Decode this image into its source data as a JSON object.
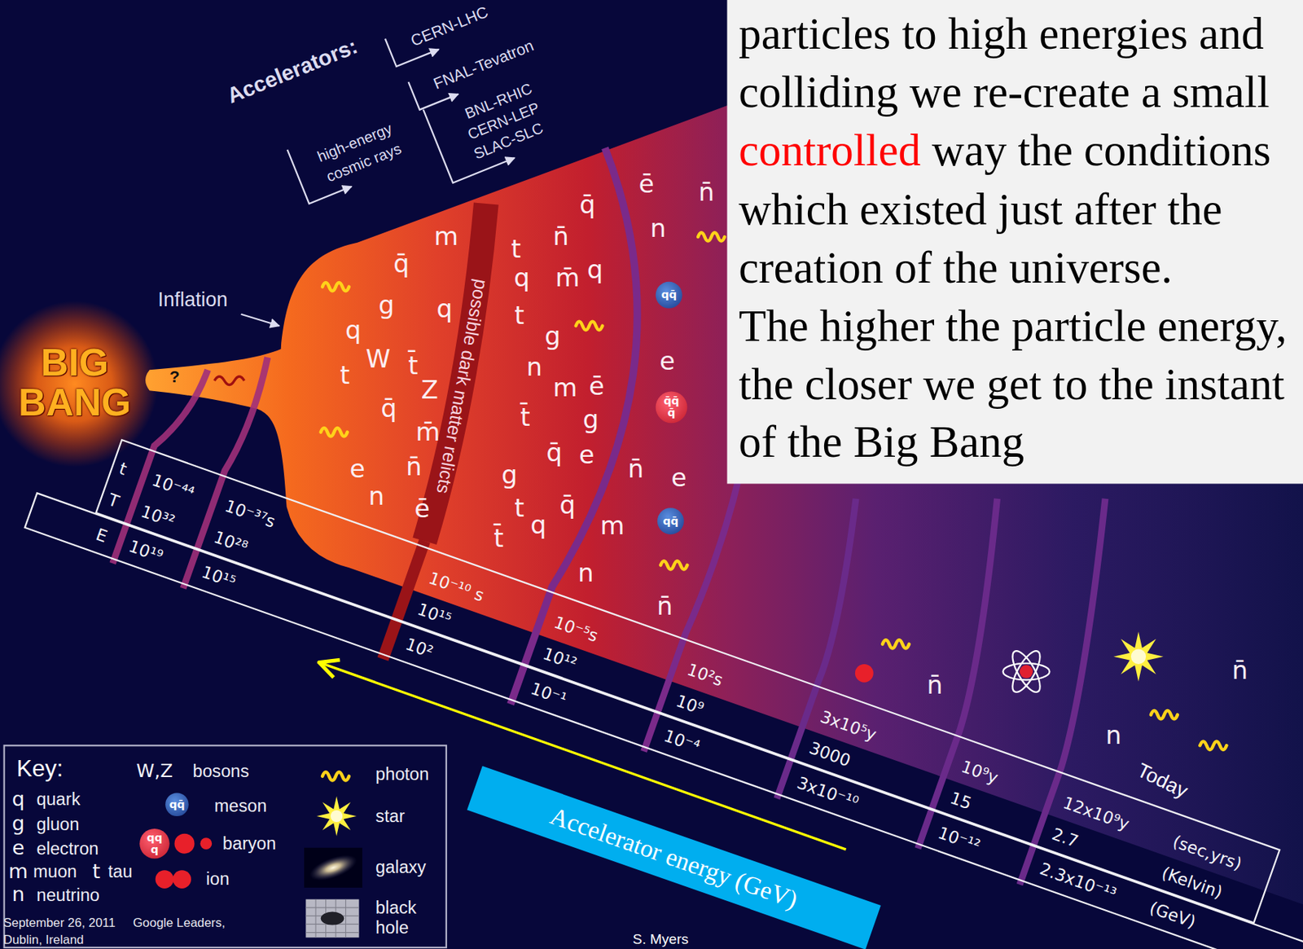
{
  "diagram": {
    "nodes": [
      {
        "text": [
          "particles to high energies and colliding we re-create a small",
          "controlled",
          "way the conditions which existed just after the creation of the universe.",
          "The higher the particle energy, the closer we get to the instant of the Big Bang"
        ]
      },
      {
        "text": [
          "qq̄"
        ]
      },
      {
        "text": [
          "q̄q̄ q̄"
        ]
      },
      {
        "text": [
          "qq̄"
        ]
      },
      {
        "text": [
          "t",
          "10⁻⁴⁴",
          "10⁻³⁷s",
          "10⁻¹⁰ s",
          "10⁻⁵s",
          "10²s",
          "3x10⁵y",
          "10⁹y",
          "12x10⁹y",
          "(sec,yrs)",
          "T",
          "10³²",
          "10²⁸",
          "10¹⁵",
          "10¹²",
          "10⁹",
          "3000",
          "15",
          "2.7",
          "(Kelvin)"
        ]
      },
      {
        "text": [
          "E",
          "10¹⁹",
          "10¹⁵",
          "10²",
          "10⁻¹",
          "10⁻⁴",
          "3x10⁻¹⁰",
          "10⁻¹²",
          "2.3x10⁻¹³",
          "(GeV)"
        ]
      },
      {
        "text": [
          "Accelerator energy (GeV)"
        ]
      },
      {
        "text": [
          "qq̄"
        ]
      },
      {
        "text": [
          "qq q"
        ]
      }
    ],
    "labels": [
      "Accelerators:",
      "CERN-LHC",
      "FNAL-Tevatron",
      "BNL-RHIC",
      "CERN-LEP",
      "SLAC-SLC",
      "high-energy",
      "cosmic rays",
      "Inflation",
      "BIG BANG",
      "?",
      "possible dark matter relicts",
      "q̄",
      "g",
      "q",
      "q",
      "t",
      "W",
      "Z",
      "t̄",
      "q̄",
      "e",
      "n̄",
      "n",
      "ē",
      "m",
      "m̄",
      "t",
      "n̄",
      "q̄",
      "m̄",
      "q",
      "q",
      "t",
      "g",
      "n",
      "m",
      "ē",
      "g",
      "t̄",
      "q̄",
      "e",
      "g",
      "t",
      "q",
      "m",
      "q̄",
      "t̄",
      "n",
      "n̄",
      "ē",
      "n̄",
      "n",
      "e",
      "e",
      "n̄",
      "n̄",
      "n",
      "n̄",
      "Today",
      "Key:",
      "W,Z",
      "q",
      "g",
      "e",
      "m",
      "t",
      "n",
      "September 26, 2011",
      "Google Leaders,",
      "Dublin, Ireland",
      "S. Myers"
    ],
    "legend": [
      {
        "text": "bosons"
      },
      {
        "text": "quark"
      },
      {
        "text": "gluon"
      },
      {
        "text": "electron"
      },
      {
        "text": "muon"
      },
      {
        "text": "tau"
      },
      {
        "text": "neutrino"
      },
      {
        "text": "meson"
      },
      {
        "text": "baryon"
      },
      {
        "text": "ion"
      },
      {
        "text": "photon"
      },
      {
        "text": "star"
      },
      {
        "text": "galaxy"
      },
      {
        "text": "black hole"
      }
    ]
  }
}
